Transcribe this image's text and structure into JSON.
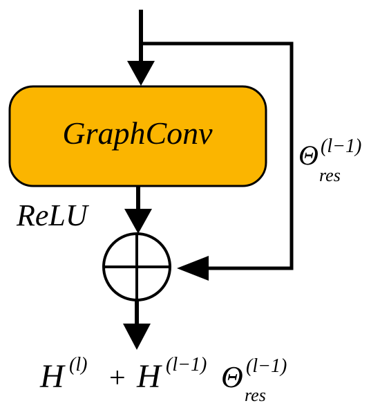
{
  "block": {
    "label": "GraphConv",
    "fill_color": "#FBB500",
    "stroke_color": "#000000"
  },
  "activation": {
    "label": "ReLU"
  },
  "residual": {
    "theta": "Θ",
    "superscript": "(l−1)",
    "subscript": "res"
  },
  "output": {
    "h": "H",
    "sup_l": "(l)",
    "plus": "+",
    "sup_l_minus_1": "(l−1)",
    "theta": "Θ",
    "theta_sup": "(l−1)",
    "theta_sub": "res"
  },
  "operator": {
    "symbol": "add-circle"
  }
}
